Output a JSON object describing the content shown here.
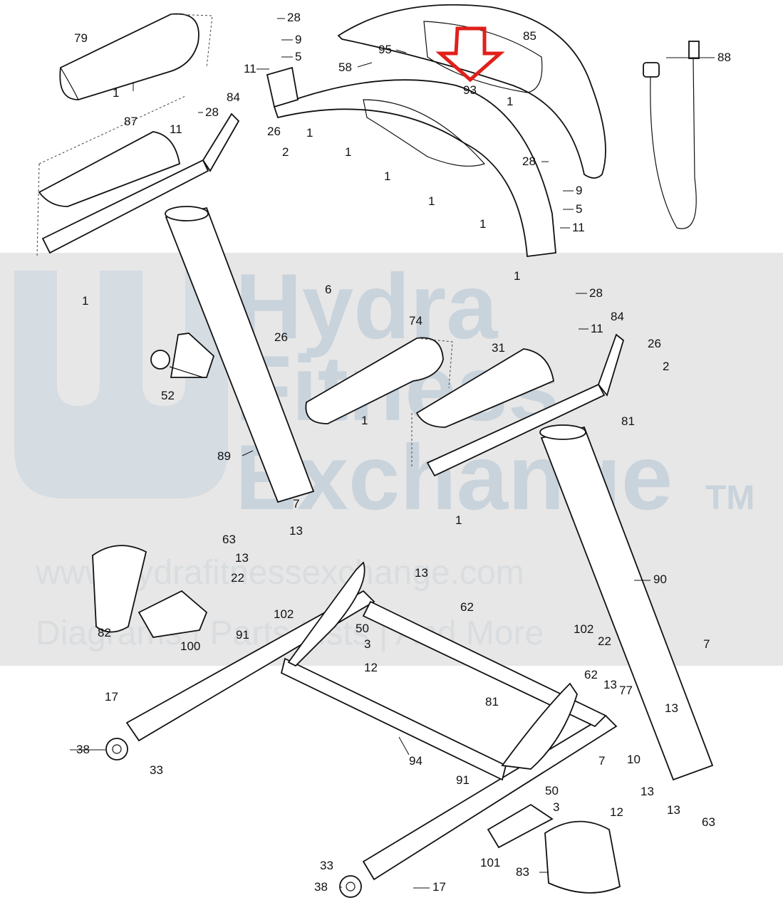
{
  "watermark": {
    "line1": "Hydra",
    "line2": "Fitness",
    "line3": "Exchange",
    "tm": "TM",
    "url": "www.hydrafitnessexchange.com",
    "tagline": "Diagrams | Parts Lists | And More"
  },
  "highlight": {
    "part": "93",
    "color": "#e0201b"
  },
  "labels": {
    "l79": "79",
    "l28a": "28",
    "l9a": "9",
    "l5a": "5",
    "l11a": "11",
    "l95": "95",
    "l58": "58",
    "l85": "85",
    "l88": "88",
    "l93": "93",
    "l1a": "1",
    "l84a": "84",
    "l28b": "28",
    "l87": "87",
    "l11b": "11",
    "l26a": "26",
    "l2a": "2",
    "l1b": "1",
    "l1c": "1",
    "l1d": "1",
    "l1e": "1",
    "l1f": "1",
    "l1g": "1",
    "l28c": "28",
    "l9b": "9",
    "l5b": "5",
    "l11c": "11",
    "l1h": "1",
    "l1i": "1",
    "l6": "6",
    "l26b": "26",
    "l28d": "28",
    "l11d": "11",
    "l84b": "84",
    "l26c": "26",
    "l2b": "2",
    "l74": "74",
    "l31": "31",
    "l52": "52",
    "l81a": "81",
    "l1j": "1",
    "l89": "89",
    "l1k": "1",
    "l7a": "7",
    "l13a": "13",
    "l63a": "63",
    "l13b": "13",
    "l22a": "22",
    "l102a": "102",
    "l82": "82",
    "l100": "100",
    "l13c": "13",
    "l62a": "62",
    "l90": "90",
    "l50a": "50",
    "l3a": "3",
    "l12a": "12",
    "l91a": "91",
    "l102b": "102",
    "l22b": "22",
    "l7b": "7",
    "l62b": "62",
    "l13d": "13",
    "l77": "77",
    "l13e": "13",
    "l17a": "17",
    "l81b": "81",
    "l38a": "38",
    "l33a": "33",
    "l94": "94",
    "l7c": "7",
    "l10": "10",
    "l91b": "91",
    "l50b": "50",
    "l13f": "13",
    "l3b": "3",
    "l12b": "12",
    "l13g": "13",
    "l63b": "63",
    "l101": "101",
    "l33b": "33",
    "l83": "83",
    "l38b": "38",
    "l17b": "17"
  }
}
